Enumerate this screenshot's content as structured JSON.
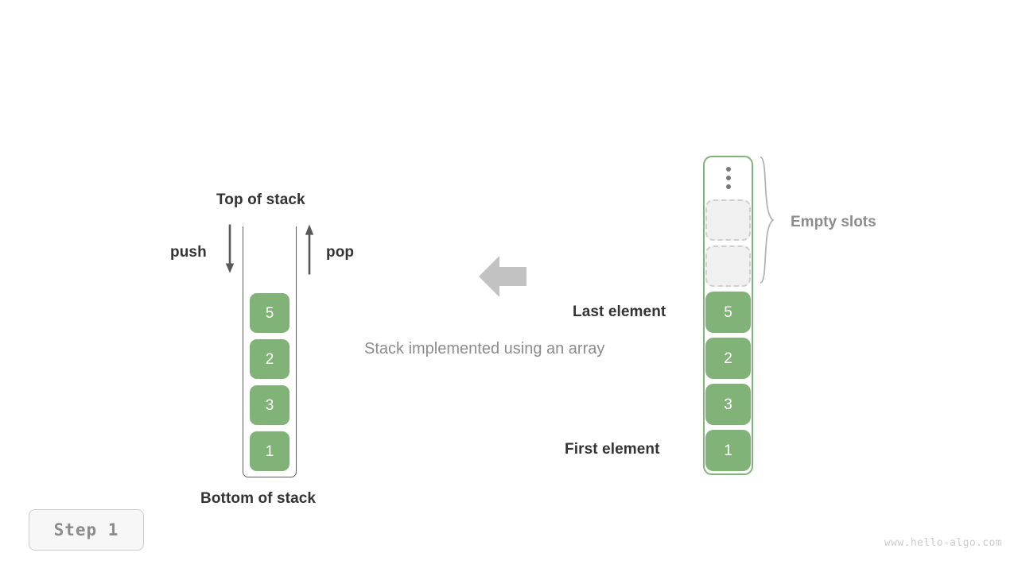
{
  "diagram": {
    "caption": "Stack implemented using an array",
    "step_badge": "Step  1",
    "watermark": "www.hello-algo.com",
    "accent_green": "#81b378",
    "border_green": "#7fb37a",
    "dark_text": "#333333",
    "gray_text": "#8c8c8c"
  },
  "left_stack": {
    "top_label": "Top of stack",
    "bottom_label": "Bottom of stack",
    "push_label": "push",
    "pop_label": "pop",
    "cells": [
      "5",
      "2",
      "3",
      "1"
    ]
  },
  "right_array": {
    "empty_slots_label": "Empty slots",
    "last_element_label": "Last element",
    "first_element_label": "First element",
    "ellipsis": "vertical-ellipsis",
    "empty_slot_count": 2,
    "cells": [
      "5",
      "2",
      "3",
      "1"
    ]
  }
}
